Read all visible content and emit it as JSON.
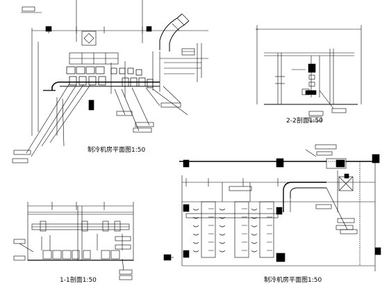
{
  "drawing": {
    "captions": {
      "plan_top": "制冷机房平面图1:50",
      "section_22": "2-2剖面1:50",
      "section_11": "1-1剖面1:50",
      "plan_bottom": "制冷机房平面图1:50"
    },
    "scale": "1:50"
  }
}
